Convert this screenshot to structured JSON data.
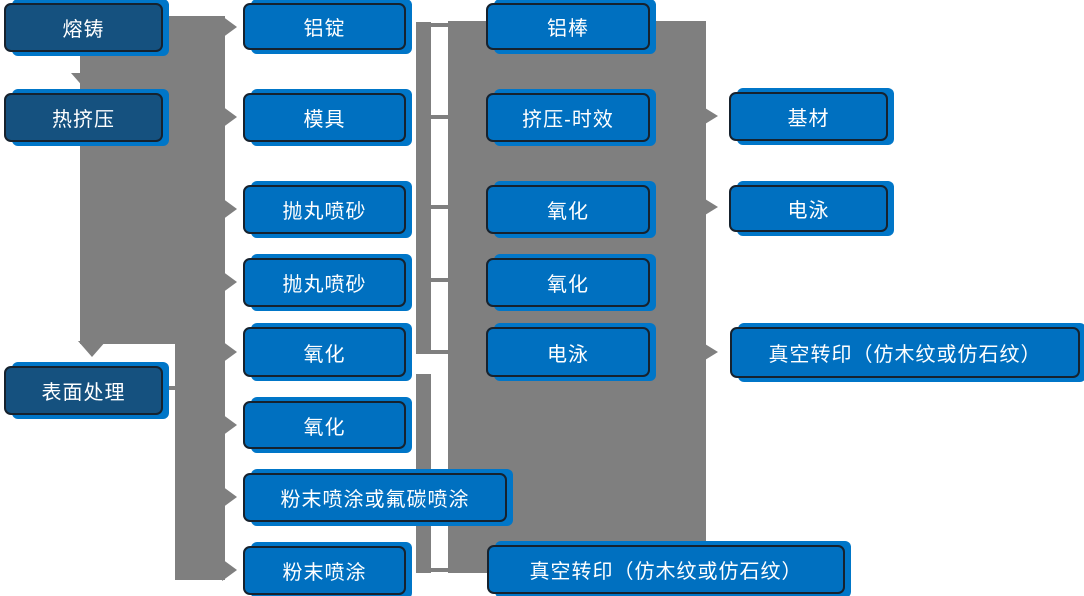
{
  "colors": {
    "node_blue": "#0070c0",
    "node_dark_blue": "#15517f",
    "connector_gray": "#7f7f7f",
    "node_border": "#16222e",
    "node_text": "#ffffff",
    "background": "#ffffff"
  },
  "nodes": {
    "stage1": [
      "熔铸",
      "热挤压",
      "表面处理"
    ],
    "stage2": [
      "铝锭",
      "模具",
      "抛丸喷砂",
      "抛丸喷砂",
      "氧化",
      "氧化",
      "粉末喷涂或氟碳喷涂",
      "粉末喷涂"
    ],
    "stage3": [
      "铝棒",
      "挤压-时效",
      "氧化",
      "氧化",
      "电泳",
      "真空转印（仿木纹或仿石纹）"
    ],
    "stage4": [
      "基材",
      "电泳",
      "真空转印（仿木纹或仿石纹）"
    ]
  },
  "connectors": {
    "down_arrows": [
      "熔铸→热挤压",
      "热挤压→表面处理"
    ],
    "stage2_arrow_targets": [
      "铝锭",
      "模具",
      "抛丸喷砂",
      "抛丸喷砂",
      "氧化",
      "氧化",
      "粉末喷涂或氟碳喷涂",
      "粉末喷涂"
    ],
    "stage2_stage3_links": [
      "铝锭—铝棒",
      "模具—挤压-时效",
      "抛丸喷砂—氧化",
      "抛丸喷砂—氧化",
      "氧化—电泳"
    ],
    "stage4_arrows": [
      "挤压-时效→基材",
      "氧化→电泳",
      "电泳→真空转印（仿木纹或仿石纹）"
    ],
    "bottom_link": "粉末喷涂—真空转印（仿木纹或仿石纹）"
  }
}
